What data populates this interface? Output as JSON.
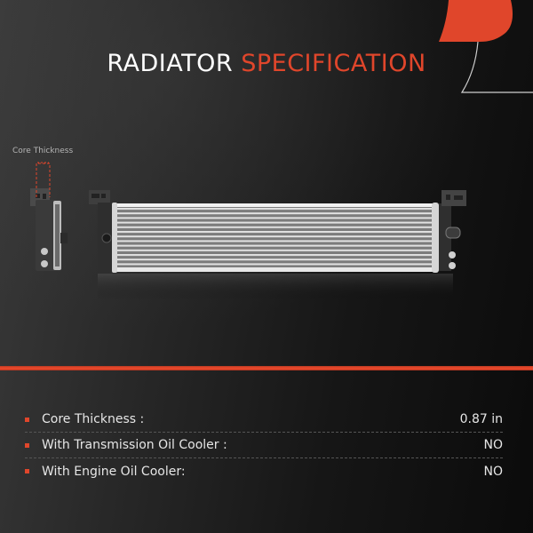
{
  "title": {
    "part1": "RADIATOR",
    "part2": "SPECIFICATION"
  },
  "diagram": {
    "core_label": "Core Thickness"
  },
  "specs": [
    {
      "label": "Core Thickness :",
      "value": "0.87 in"
    },
    {
      "label": "With Transmission Oil Cooler :",
      "value": "NO"
    },
    {
      "label": "With Engine Oil Cooler:",
      "value": "NO"
    }
  ],
  "colors": {
    "accent": "#e0462b",
    "text": "#e6e6e6",
    "background": "#1a1a1a"
  }
}
